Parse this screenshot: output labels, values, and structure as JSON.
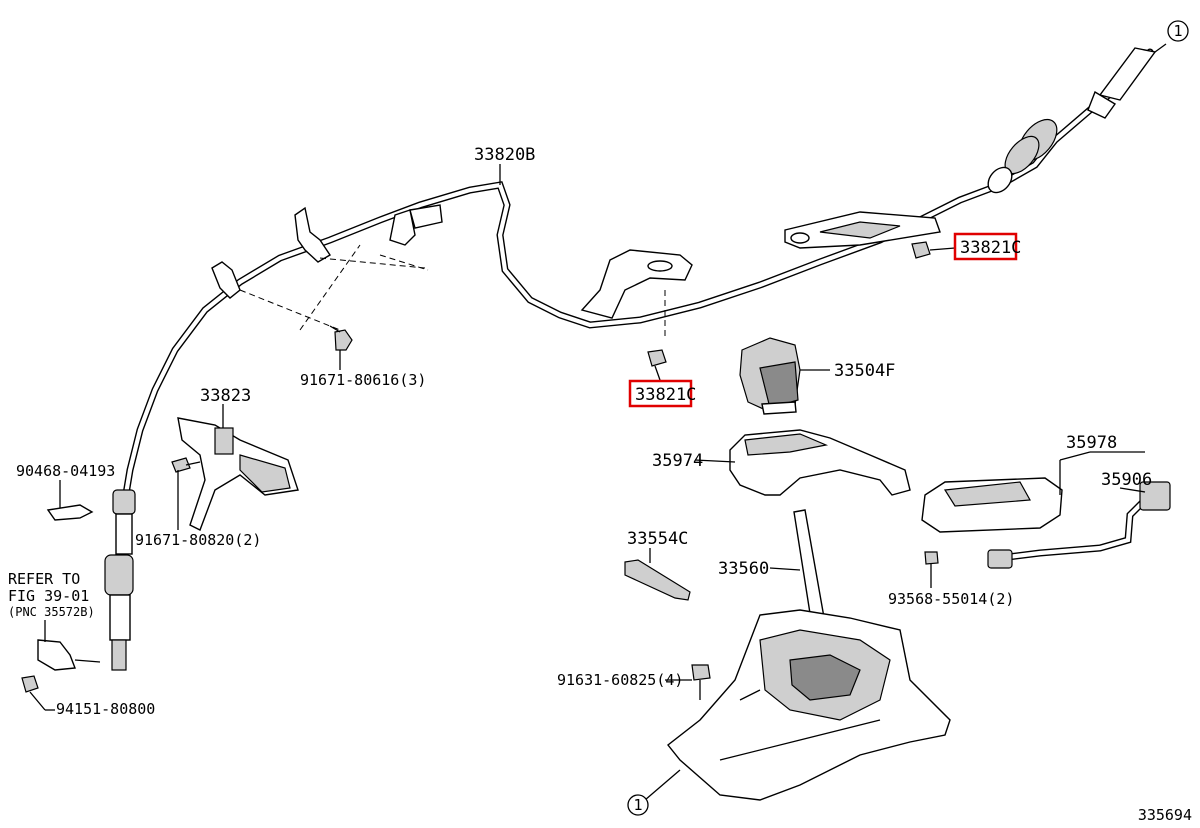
{
  "diagram_id": "335694",
  "refer_note": {
    "line1": "REFER TO",
    "line2": "FIG 39-01",
    "line3": "(PNC 35572B)"
  },
  "connector_ref": "1",
  "highlight_color": "#e00000",
  "parts": {
    "p33820B": "33820B",
    "p33821C_top": "33821C",
    "p33821C_mid": "33821C",
    "p33504F": "33504F",
    "p33823": "33823",
    "p91671_80616": "91671-80616(3)",
    "p90468_04193": "90468-04193",
    "p91671_80820": "91671-80820(2)",
    "p35974": "35974",
    "p35978": "35978",
    "p35906": "35906",
    "p33554C": "33554C",
    "p33560": "33560",
    "p93568_55014": "93568-55014(2)",
    "p91631_60825": "91631-60825(4)",
    "p94151_80800": "94151-80800"
  }
}
